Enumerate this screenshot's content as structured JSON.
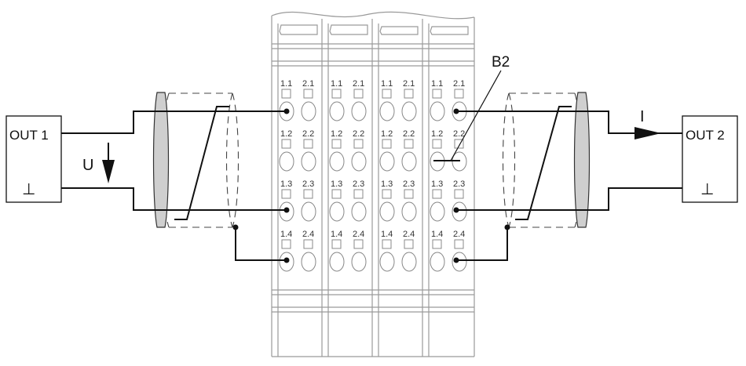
{
  "devices": {
    "left_label": "OUT 1",
    "left_ground": "⊥",
    "right_label": "OUT 2",
    "right_ground": "⊥"
  },
  "annotations": {
    "voltage": "U",
    "current": "I",
    "bridge": "B2"
  },
  "terminal_block": {
    "module_count": 4,
    "rows": [
      [
        "1.1",
        "2.1"
      ],
      [
        "1.2",
        "2.2"
      ],
      [
        "1.3",
        "2.3"
      ],
      [
        "1.4",
        "2.4"
      ]
    ]
  },
  "colors": {
    "wire": "#111111",
    "frame": "#9a9a9a",
    "shield_ring": "#c8c8c8",
    "dashed": "#444444"
  }
}
